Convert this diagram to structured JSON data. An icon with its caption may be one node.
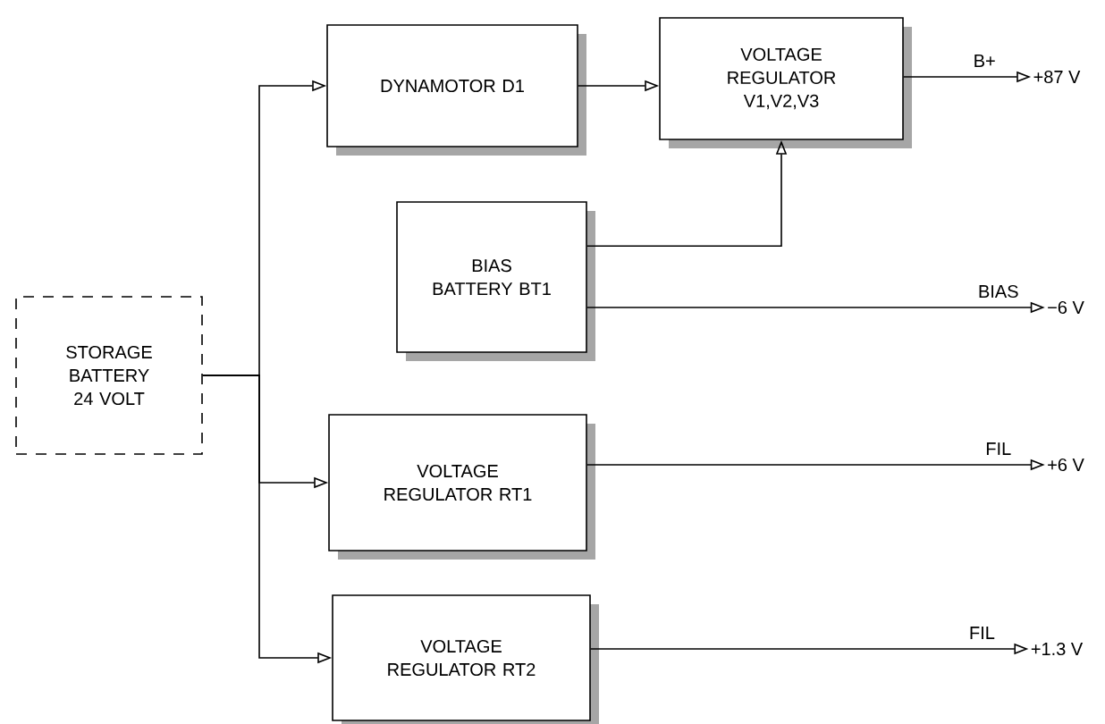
{
  "diagram": {
    "nodes": [
      {
        "text": [
          "STORAGE BATTERY 24 VOLT"
        ]
      },
      {
        "text": [
          "DYNAMOTOR D1"
        ]
      },
      {
        "text": [
          "VOLTAGE REGULATOR V1,V2,V3"
        ]
      },
      {
        "text": [
          "BIAS BATTERY BT1"
        ]
      },
      {
        "text": [
          "VOLTAGE REGULATOR RT1"
        ]
      },
      {
        "text": [
          "VOLTAGE REGULATOR RT2"
        ]
      },
      {
        "text": [
          "+87 V"
        ]
      },
      {
        "text": [
          "−6 V"
        ]
      },
      {
        "text": [
          "+6 V"
        ]
      },
      {
        "text": [
          "+1.3 V"
        ]
      }
    ],
    "edges": [
      {
        "from": 0,
        "to": 1,
        "arrow": "to"
      },
      {
        "from": 0,
        "to": 4,
        "arrow": "to"
      },
      {
        "from": 0,
        "to": 5,
        "arrow": "to"
      },
      {
        "from": 1,
        "to": 2,
        "arrow": "to"
      },
      {
        "from": 3,
        "to": 2,
        "arrow": "to"
      },
      {
        "from": 2,
        "to": 6,
        "arrow": "to",
        "label": "B+"
      },
      {
        "from": 3,
        "to": 7,
        "arrow": "to",
        "label": "BIAS"
      },
      {
        "from": 4,
        "to": 8,
        "arrow": "to",
        "label": "FIL"
      },
      {
        "from": 5,
        "to": 9,
        "arrow": "to",
        "label": "FIL"
      }
    ]
  }
}
